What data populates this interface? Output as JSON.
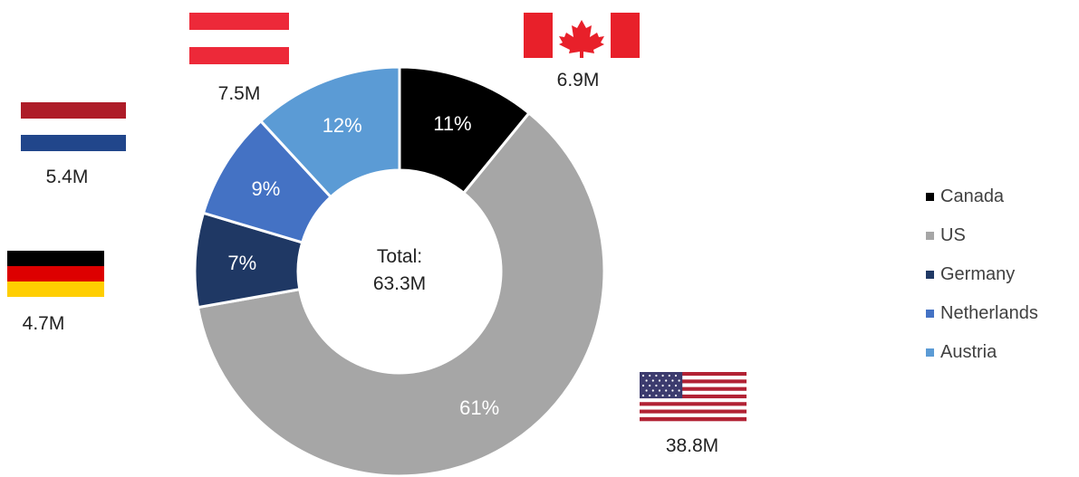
{
  "chart_data": {
    "type": "pie",
    "style": "donut",
    "categories": [
      "Canada",
      "US",
      "Germany",
      "Netherlands",
      "Austria"
    ],
    "values": [
      6.9,
      38.8,
      4.7,
      5.4,
      7.5
    ],
    "percent_labels": [
      "11%",
      "61%",
      "7%",
      "9%",
      "12%"
    ],
    "value_labels": [
      "6.9M",
      "38.8M",
      "4.7M",
      "5.4M",
      "7.5M"
    ],
    "colors": [
      "#000000",
      "#a6a6a6",
      "#1f3864",
      "#4472c4",
      "#5b9bd5"
    ],
    "percent_label_colors": [
      "#ffffff",
      "#ffffff",
      "#ffffff",
      "#ffffff",
      "#ffffff"
    ],
    "center_label": [
      "Total:",
      "63.3M"
    ],
    "legend_position": "right",
    "icons": [
      "canada-flag-icon",
      "us-flag-icon",
      "germany-flag-icon",
      "netherlands-flag-icon",
      "austria-flag-icon"
    ]
  }
}
